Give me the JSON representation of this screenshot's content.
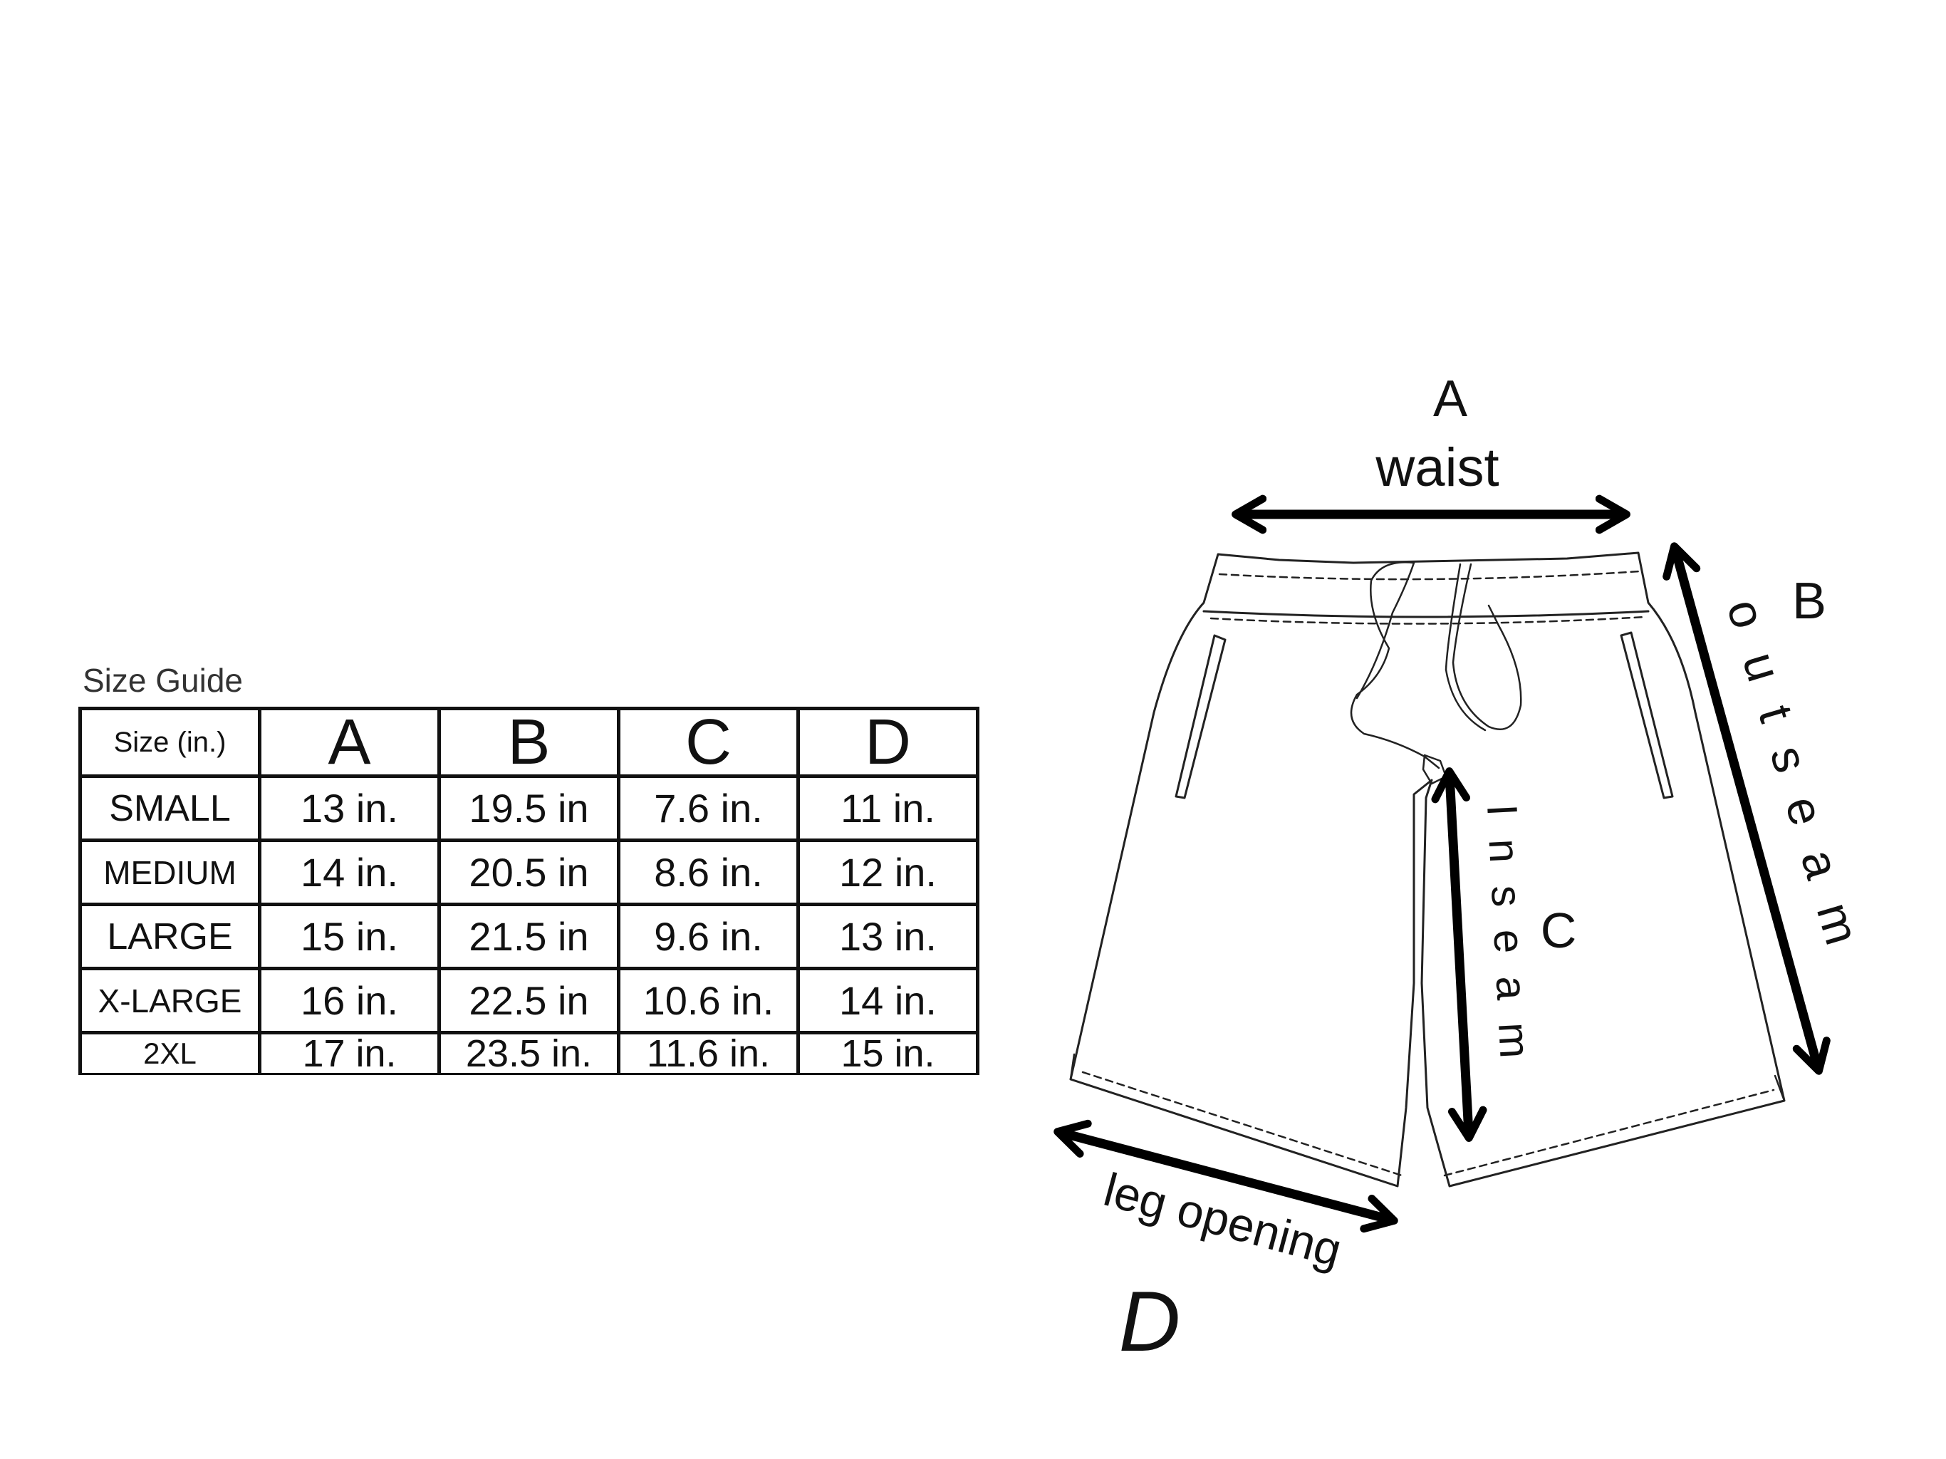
{
  "size_guide": {
    "title": "Size Guide",
    "header": {
      "size_label": "Size (in.)",
      "columns": [
        "A",
        "B",
        "C",
        "D"
      ]
    },
    "rows": [
      {
        "size": "SMALL",
        "values": [
          "13 in.",
          "19.5 in",
          "7.6 in.",
          "11 in."
        ]
      },
      {
        "size": "MEDIUM",
        "values": [
          "14 in.",
          "20.5 in",
          "8.6 in.",
          "12 in."
        ]
      },
      {
        "size": "LARGE",
        "values": [
          "15 in.",
          "21.5 in",
          "9.6 in.",
          "13 in."
        ]
      },
      {
        "size": "X-LARGE",
        "values": [
          "16 in.",
          "22.5 in",
          "10.6 in.",
          "14 in."
        ]
      },
      {
        "size": "2XL",
        "values": [
          "17 in.",
          "23.5 in.",
          "11.6 in.",
          "15 in."
        ]
      }
    ]
  },
  "diagram": {
    "waist": {
      "letter": "A",
      "label": "waist"
    },
    "outseam": {
      "letter": "B",
      "label": "outseam"
    },
    "inseam": {
      "letter": "C",
      "label": "Inseam"
    },
    "leg_opening": {
      "letter": "D",
      "label": "leg opening"
    }
  }
}
